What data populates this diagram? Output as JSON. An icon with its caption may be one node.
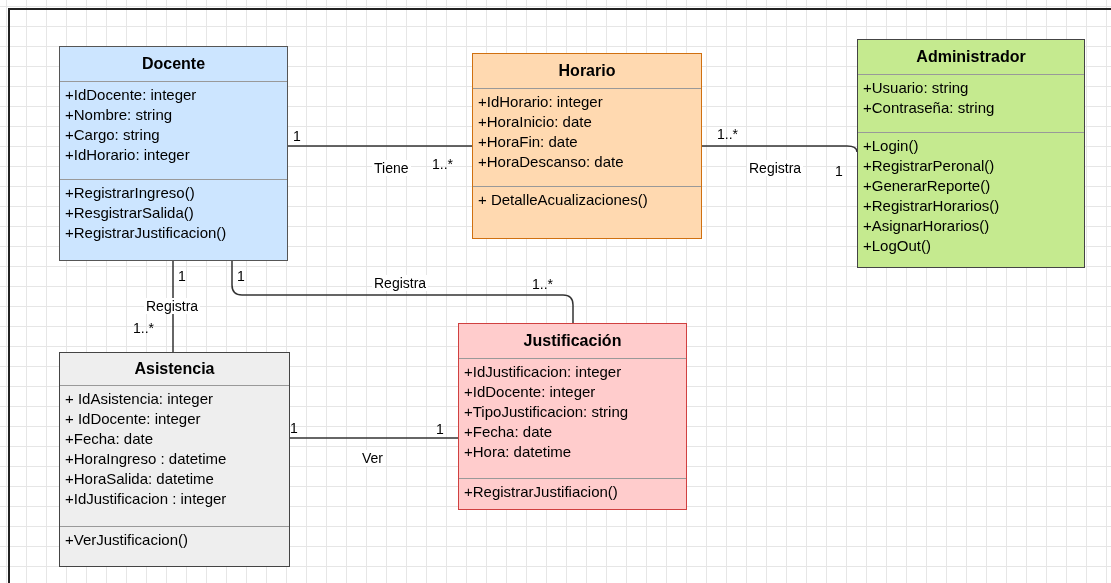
{
  "diagram": {
    "nodes": [
      {
        "text": [
          "Docente",
          "+IdDocente: integer",
          "+Nombre: string",
          "+Cargo: string",
          "+IdHorario: integer",
          "+RegistrarIngreso()",
          "+ResgistrarSalida()",
          "+RegistrarJustificacion()"
        ]
      },
      {
        "text": [
          "Horario",
          "+IdHorario: integer",
          "+HoraInicio: date",
          "+HoraFin: date",
          "+HoraDescanso: date",
          "+ DetalleAcualizaciones()"
        ]
      },
      {
        "text": [
          "Administrador",
          "+Usuario: string",
          "+Contraseña: string",
          "+Login()",
          "+RegistrarPeronal()",
          "+GenerarReporte()",
          "+RegistrarHorarios()",
          "+AsignarHorarios()",
          "+LogOut()"
        ]
      },
      {
        "text": [
          "Asistencia",
          "+ IdAsistencia: integer",
          "+ IdDocente: integer",
          "+Fecha: date",
          "+HoraIngreso : datetime",
          "+HoraSalida: datetime",
          "+IdJustificacion : integer",
          "+VerJustificacion()"
        ]
      },
      {
        "text": [
          "Justificación",
          "+IdJustificacion: integer",
          "+IdDocente: integer",
          "+TipoJustificacion: string",
          "+Fecha: date",
          "+Hora: datetime",
          "+RegistrarJustifiacion()"
        ]
      }
    ],
    "edges": [
      {
        "from": 0,
        "to": 1,
        "arrow": "none",
        "label": "Tiene"
      },
      {
        "from": 1,
        "to": 2,
        "arrow": "none",
        "label": "Registra"
      },
      {
        "from": 0,
        "to": 3,
        "arrow": "none",
        "label": "Registra"
      },
      {
        "from": 0,
        "to": 4,
        "arrow": "none",
        "label": "Registra"
      },
      {
        "from": 3,
        "to": 4,
        "arrow": "none",
        "label": "Ver"
      }
    ],
    "labels": [
      "1",
      "1..*",
      "1..*",
      "1",
      "1",
      "1",
      "1..*",
      "1..*",
      "1",
      "1"
    ]
  }
}
